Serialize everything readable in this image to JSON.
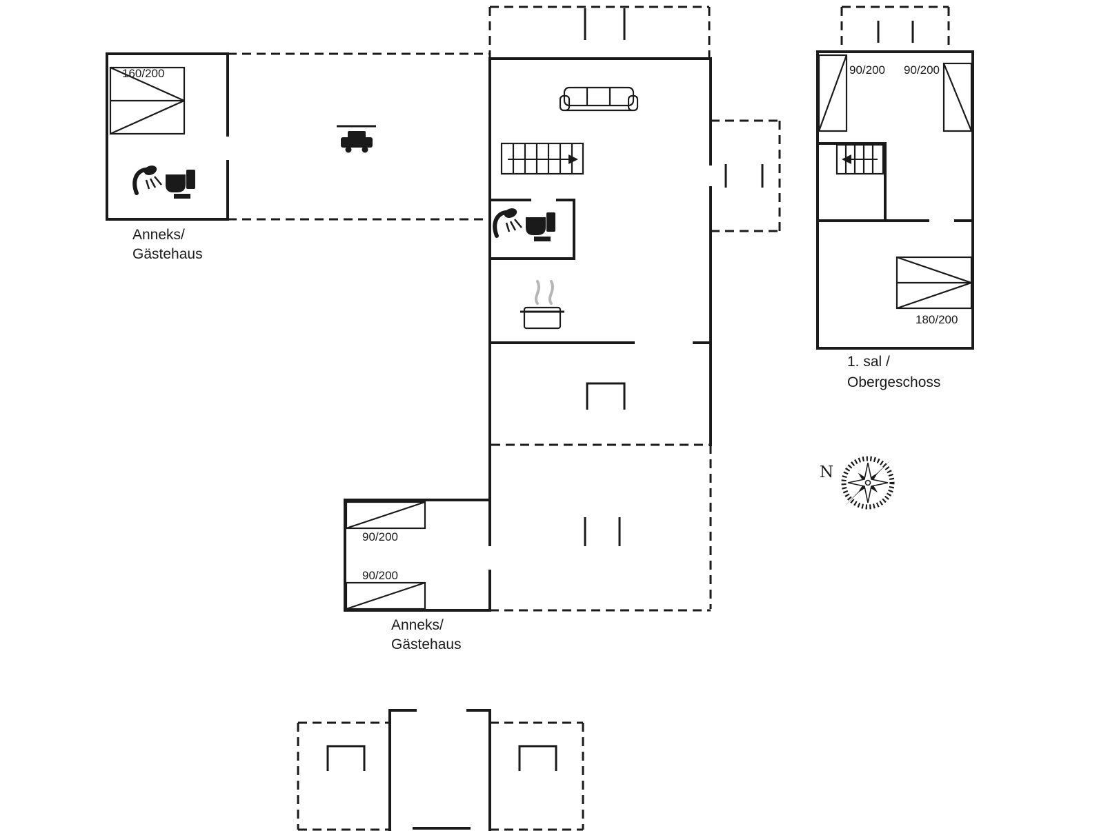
{
  "plan": {
    "annex_northwest": {
      "bed_label": "160/200",
      "name": [
        "Anneks/",
        "Gästehaus"
      ]
    },
    "upper_floor": {
      "bed_left_label": "90/200",
      "bed_right_label": "90/200",
      "bed_large_label": "180/200",
      "name": [
        "1. sal /",
        "Obergeschoss"
      ]
    },
    "annex_south": {
      "bed_top_label": "90/200",
      "bed_bottom_label": "90/200",
      "name": [
        "Anneks/",
        "Gästehaus"
      ]
    },
    "compass": {
      "north": "N"
    },
    "colors": {
      "ink": "#1a1a1a",
      "steam": "#b5b5b5"
    }
  }
}
